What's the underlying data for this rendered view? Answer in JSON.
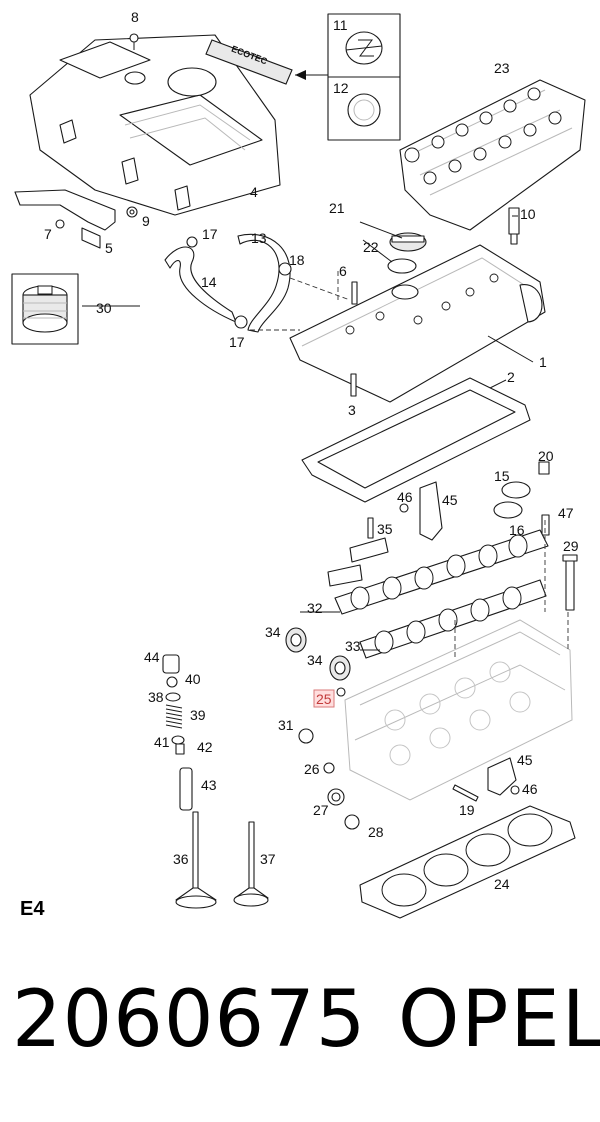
{
  "diagram": {
    "section_code": "E4",
    "highlighted_callout": "25",
    "emblem_text": "ECOTEC",
    "callouts": [
      "1",
      "2",
      "3",
      "4",
      "5",
      "6",
      "7",
      "8",
      "9",
      "10",
      "11",
      "12",
      "13",
      "14",
      "15",
      "16",
      "17",
      "18",
      "19",
      "20",
      "21",
      "22",
      "23",
      "24",
      "26",
      "27",
      "28",
      "29",
      "30",
      "31",
      "32",
      "33",
      "34",
      "35",
      "36",
      "37",
      "38",
      "39",
      "40",
      "41",
      "42",
      "43",
      "44",
      "45",
      "46",
      "47"
    ]
  },
  "footer": {
    "part_number": "2060675",
    "brand": "OPEL"
  }
}
